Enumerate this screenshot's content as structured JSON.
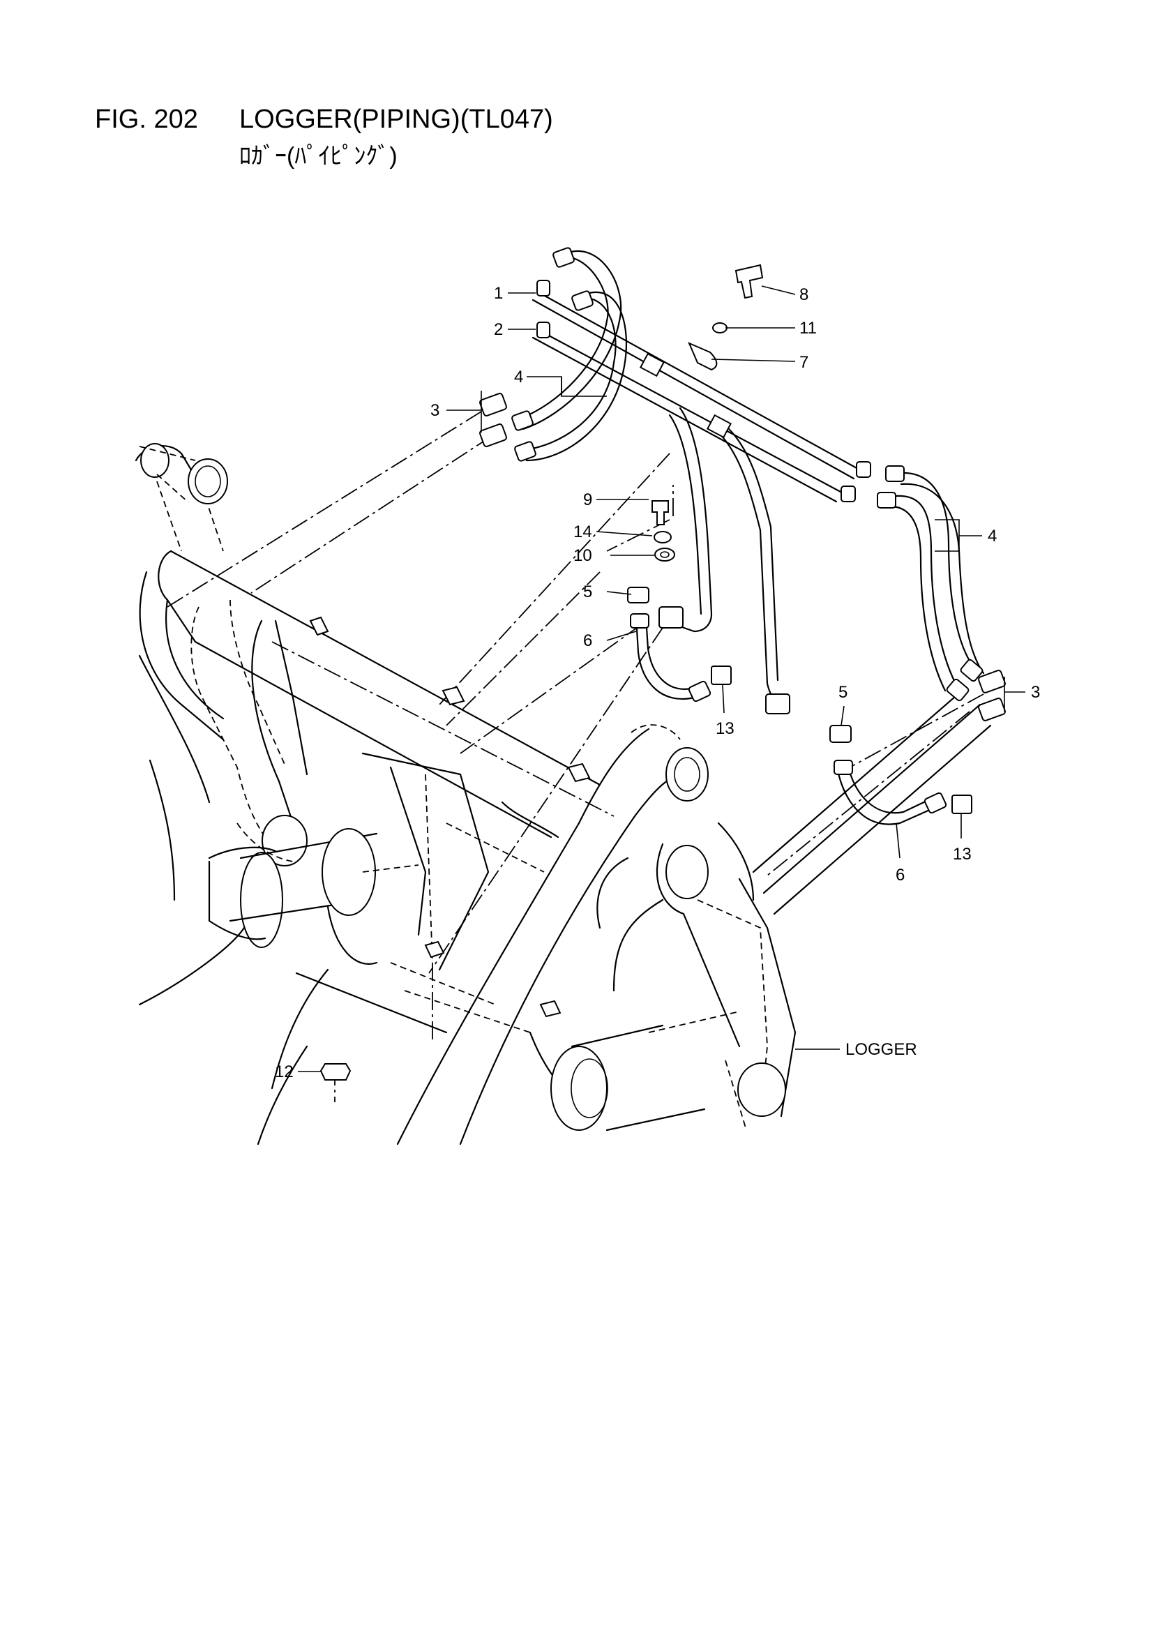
{
  "figure": {
    "number": "FIG. 202",
    "title": "LOGGER(PIPING)(TL047)",
    "subtitle": "ﾛｶﾞｰ(ﾊﾟｲﾋﾟﾝｸﾞ)"
  },
  "callouts": {
    "c1": "1",
    "c2": "2",
    "c3a": "3",
    "c3b": "3",
    "c4a": "4",
    "c4b": "4",
    "c5a": "5",
    "c5b": "5",
    "c6a": "6",
    "c6b": "6",
    "c7": "7",
    "c8": "8",
    "c9": "9",
    "c10": "10",
    "c11": "11",
    "c12": "12",
    "c13a": "13",
    "c13b": "13",
    "c14": "14",
    "logger": "LOGGER"
  }
}
